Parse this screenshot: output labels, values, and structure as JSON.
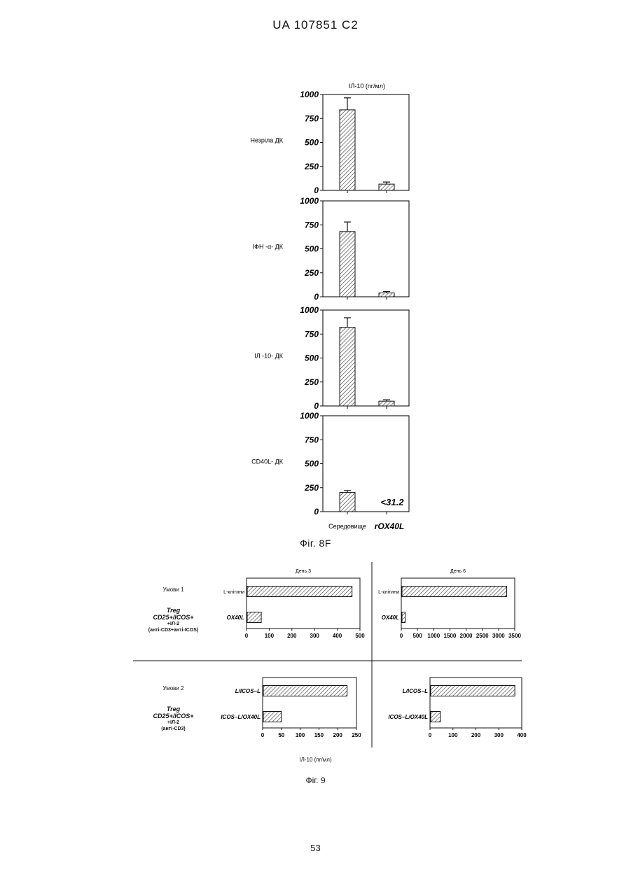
{
  "header": "UA   107851   C2",
  "page_number": "53",
  "fig8": {
    "caption": "Фіг. 8F",
    "measure_label": "ІЛ-10 (пг/мл)"
  },
  "fig9": {
    "caption": "Фіг. 9",
    "x_label": "ІЛ-10 (пг/мл)"
  },
  "colors": {
    "ink": "#111111",
    "background": "#ffffff"
  },
  "chart_data": [
    {
      "type": "bar",
      "id": "fig8-p1",
      "side_label": "Незріла ДК",
      "ylabel": "ІЛ-10 (пг/мл)",
      "ylim": [
        0,
        1000
      ],
      "yticks": [
        "0",
        "250",
        "500",
        "750",
        "1000"
      ],
      "categories": [
        "Середовище",
        "rOX40L"
      ],
      "values": [
        840,
        65
      ],
      "errors": [
        125,
        22
      ],
      "annotation": ""
    },
    {
      "type": "bar",
      "id": "fig8-p2",
      "side_label": "ІФН -α- ДК",
      "ylim": [
        0,
        1000
      ],
      "yticks": [
        "0",
        "250",
        "500",
        "750",
        "1000"
      ],
      "categories": [
        "Середовище",
        "rOX40L"
      ],
      "values": [
        680,
        40
      ],
      "errors": [
        100,
        15
      ],
      "annotation": ""
    },
    {
      "type": "bar",
      "id": "fig8-p3",
      "side_label": "ІЛ -10- ДК",
      "ylim": [
        0,
        1000
      ],
      "yticks": [
        "0",
        "250",
        "500",
        "750",
        "1000"
      ],
      "categories": [
        "Середовище",
        "rOX40L"
      ],
      "values": [
        820,
        50
      ],
      "errors": [
        100,
        15
      ],
      "annotation": ""
    },
    {
      "type": "bar",
      "id": "fig8-p4",
      "side_label": "CD40L- ДК",
      "ylim": [
        0,
        1000
      ],
      "yticks": [
        "0",
        "250",
        "500",
        "750",
        "1000"
      ],
      "categories": [
        "Середовище",
        "rOX40L"
      ],
      "values": [
        200,
        0
      ],
      "errors": [
        20,
        0
      ],
      "annotation": "<31.2"
    },
    {
      "type": "bar",
      "id": "fig9-c1-d3",
      "orientation": "horizontal",
      "title": "День 3",
      "xlim": [
        0,
        500
      ],
      "xticks": [
        "0",
        "100",
        "200",
        "300",
        "400",
        "500"
      ],
      "categories": [
        "L-клітини",
        "OX40L"
      ],
      "values": [
        465,
        65
      ]
    },
    {
      "type": "bar",
      "id": "fig9-c1-d6",
      "orientation": "horizontal",
      "title": "День 6",
      "xlim": [
        0,
        3500
      ],
      "xticks": [
        "0",
        "500",
        "1000",
        "1500",
        "2000",
        "2500",
        "3000",
        "3500"
      ],
      "categories": [
        "L-клітини",
        "OX40L"
      ],
      "values": [
        3250,
        120
      ]
    },
    {
      "type": "bar",
      "id": "fig9-c2-d3",
      "orientation": "horizontal",
      "xlim": [
        0,
        250
      ],
      "xticks": [
        "0",
        "50",
        "100",
        "150",
        "200",
        "250"
      ],
      "categories": [
        "L/ICOS−L",
        "ICOS−L/OX40L"
      ],
      "values": [
        225,
        50
      ]
    },
    {
      "type": "bar",
      "id": "fig9-c2-d6",
      "orientation": "horizontal",
      "xlim": [
        0,
        400
      ],
      "xticks": [
        "0",
        "100",
        "200",
        "300",
        "400"
      ],
      "categories": [
        "L/ICOS−L",
        "ICOS−L/OX40L"
      ],
      "values": [
        370,
        45
      ]
    }
  ],
  "conditions": [
    {
      "title": "Умови 1",
      "cells": "Treg",
      "markers": "CD25+/ICOS+",
      "cytokine": "+ІЛ-2",
      "stimulus": "(анті-CD3+анті-ICOS)"
    },
    {
      "title": "Умови 2",
      "cells": "Treg",
      "markers": "CD25+/ICOS+",
      "cytokine": "+ІЛ-2",
      "stimulus": "(анті-CD3)"
    }
  ]
}
